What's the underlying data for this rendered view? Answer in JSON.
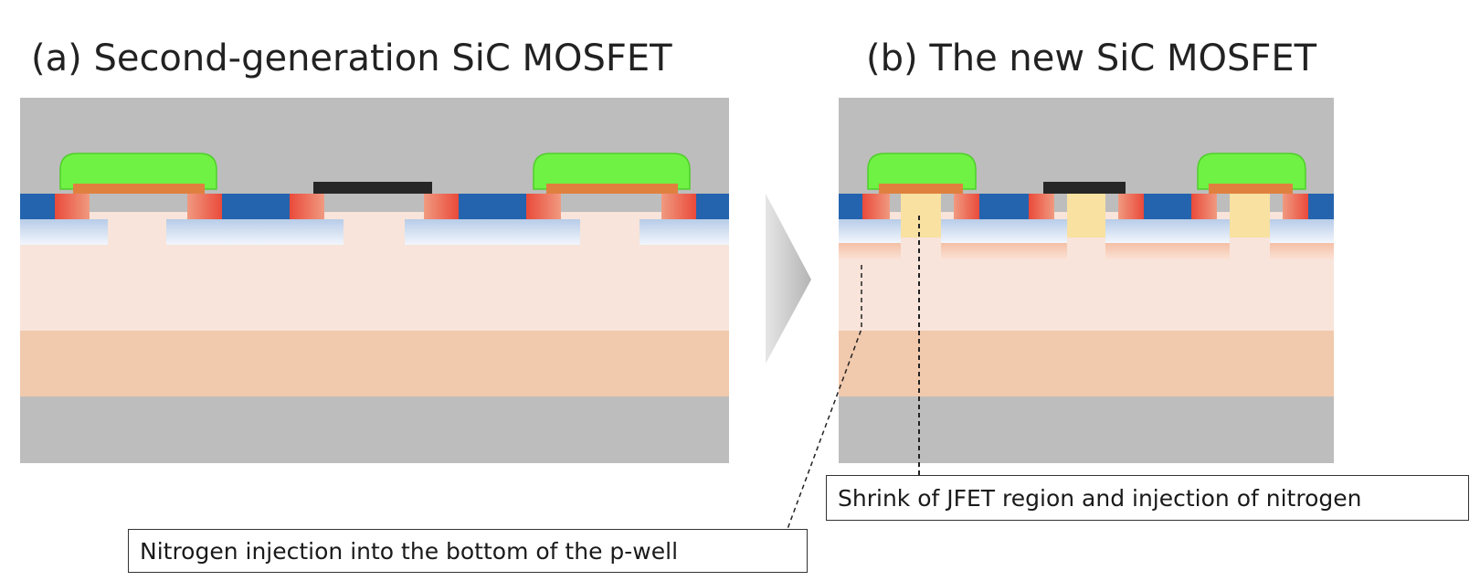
{
  "panels": {
    "a": {
      "title": "(a) Second-generation SiC MOSFET"
    },
    "b": {
      "title": "(b) The new SiC MOSFET"
    }
  },
  "callouts": {
    "jfet": "Shrink of JFET region and injection of nitrogen",
    "pwell": "Nitrogen injection into the bottom of the p-well"
  },
  "colors": {
    "background_gray": "#bdbdbd",
    "gate_poly": "#6ff243",
    "gate_oxide": "#e0803f",
    "n_plus_source": "#e3362b",
    "p_plus_region": "#2463ae",
    "p_well": "#d6e2f2",
    "metal_bar": "#262626",
    "n_drift": "#f8e4da",
    "n_substrate": "#f1c9ad",
    "jfet_nitrogen": "#f8e1a1",
    "arrow": "#c8c8c8"
  }
}
